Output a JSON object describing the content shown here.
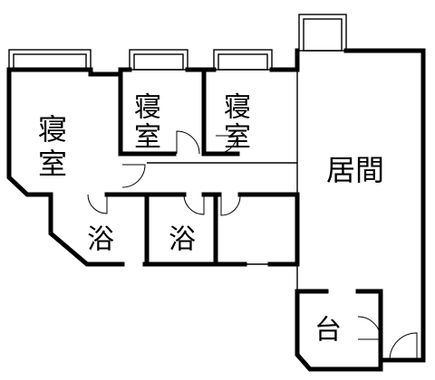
{
  "rooms": {
    "bedroom_large": {
      "line1": "寝",
      "line2": "室"
    },
    "bedroom_middle": {
      "line1": "寝",
      "line2": "室"
    },
    "bedroom_right": {
      "line1": "寝",
      "line2": "室"
    },
    "living_room": {
      "label": "居間"
    },
    "bath_left": {
      "label": "浴"
    },
    "bath_right": {
      "label": "浴"
    },
    "kitchen": {
      "label": "台"
    }
  }
}
